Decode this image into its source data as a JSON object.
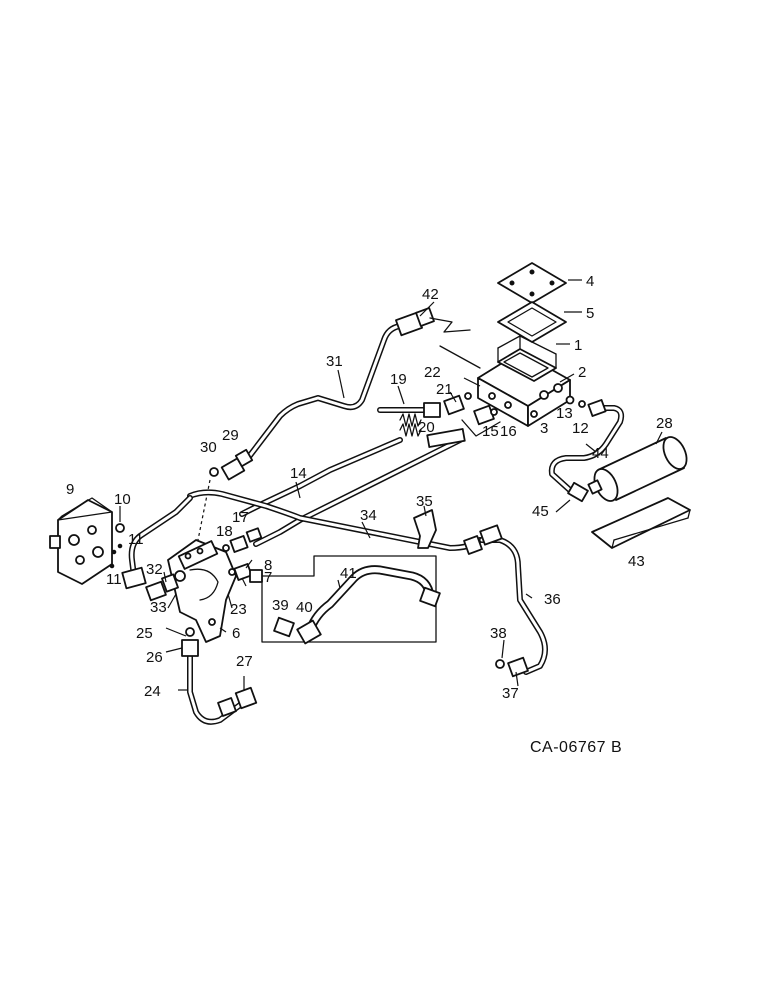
{
  "drawing": {
    "code": "CA-06767 B",
    "callouts": [
      "1",
      "2",
      "3",
      "4",
      "5",
      "6",
      "7",
      "8",
      "9",
      "10",
      "11",
      "11",
      "12",
      "13",
      "14",
      "15",
      "16",
      "17",
      "18",
      "19",
      "20",
      "21",
      "22",
      "23",
      "24",
      "25",
      "26",
      "27",
      "28",
      "29",
      "30",
      "31",
      "32",
      "33",
      "34",
      "35",
      "36",
      "37",
      "38",
      "39",
      "40",
      "41",
      "42",
      "43",
      "44",
      "45"
    ]
  }
}
